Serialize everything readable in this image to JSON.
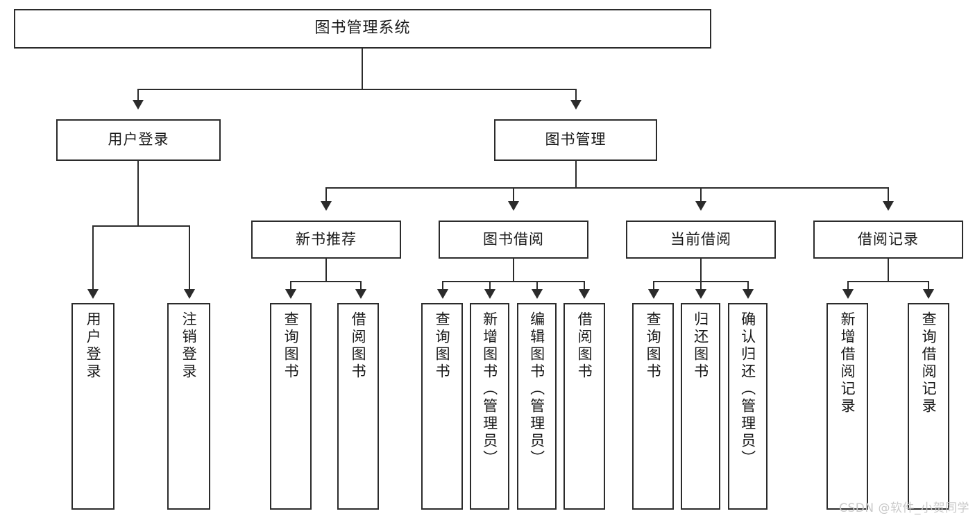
{
  "diagram": {
    "title": "图书管理系统",
    "watermark": "CSDN @软件_小贺同学",
    "root": {
      "label": "图书管理系统"
    },
    "level2": [
      {
        "label": "用户登录"
      },
      {
        "label": "图书管理"
      }
    ],
    "level3": [
      {
        "label": "新书推荐"
      },
      {
        "label": "图书借阅"
      },
      {
        "label": "当前借阅"
      },
      {
        "label": "借阅记录"
      }
    ],
    "leaves": {
      "user_login": [
        {
          "label": "用户登录"
        },
        {
          "label": "注销登录"
        }
      ],
      "new_book": [
        {
          "label": "查询图书"
        },
        {
          "label": "借阅图书"
        }
      ],
      "book_borrow": [
        {
          "label": "查询图书"
        },
        {
          "label": "新增图书（管理员）"
        },
        {
          "label": "编辑图书（管理员）"
        },
        {
          "label": "借阅图书"
        }
      ],
      "current_borrow": [
        {
          "label": "查询图书"
        },
        {
          "label": "归还图书"
        },
        {
          "label": "确认归还（管理员）"
        }
      ],
      "borrow_record": [
        {
          "label": "新增借阅记录"
        },
        {
          "label": "查询借阅记录"
        }
      ]
    },
    "colors": {
      "stroke": "#2b2b2b",
      "fill": "#ffffff",
      "text": "#1a1a1a",
      "watermark": "#c9c9c9"
    }
  }
}
